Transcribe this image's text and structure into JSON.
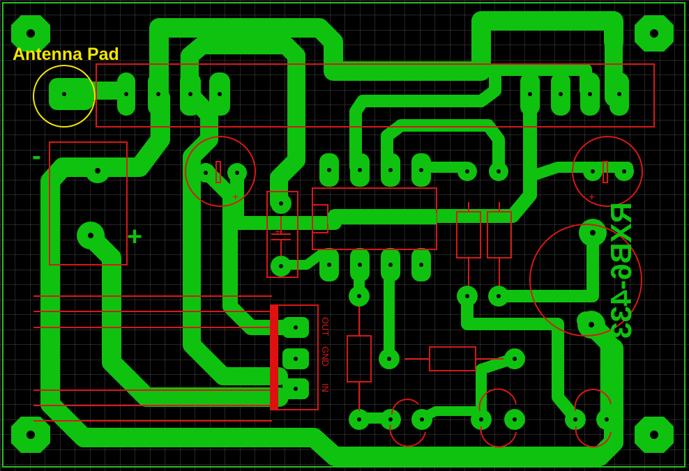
{
  "annotation": {
    "label": "Antenna Pad",
    "color": "#f2e600"
  },
  "silkscreen": {
    "board_name": "RXB6-433",
    "regulator_pins": [
      "OUT",
      "GND",
      "IN"
    ],
    "polarity_marks": [
      "+",
      "+",
      "+",
      "+",
      "-"
    ]
  },
  "colors": {
    "background": "#000000",
    "grid": "#4a4a4a",
    "copper": "#0fc20f",
    "outline": "#d81818",
    "board_edge": "#24c224"
  }
}
